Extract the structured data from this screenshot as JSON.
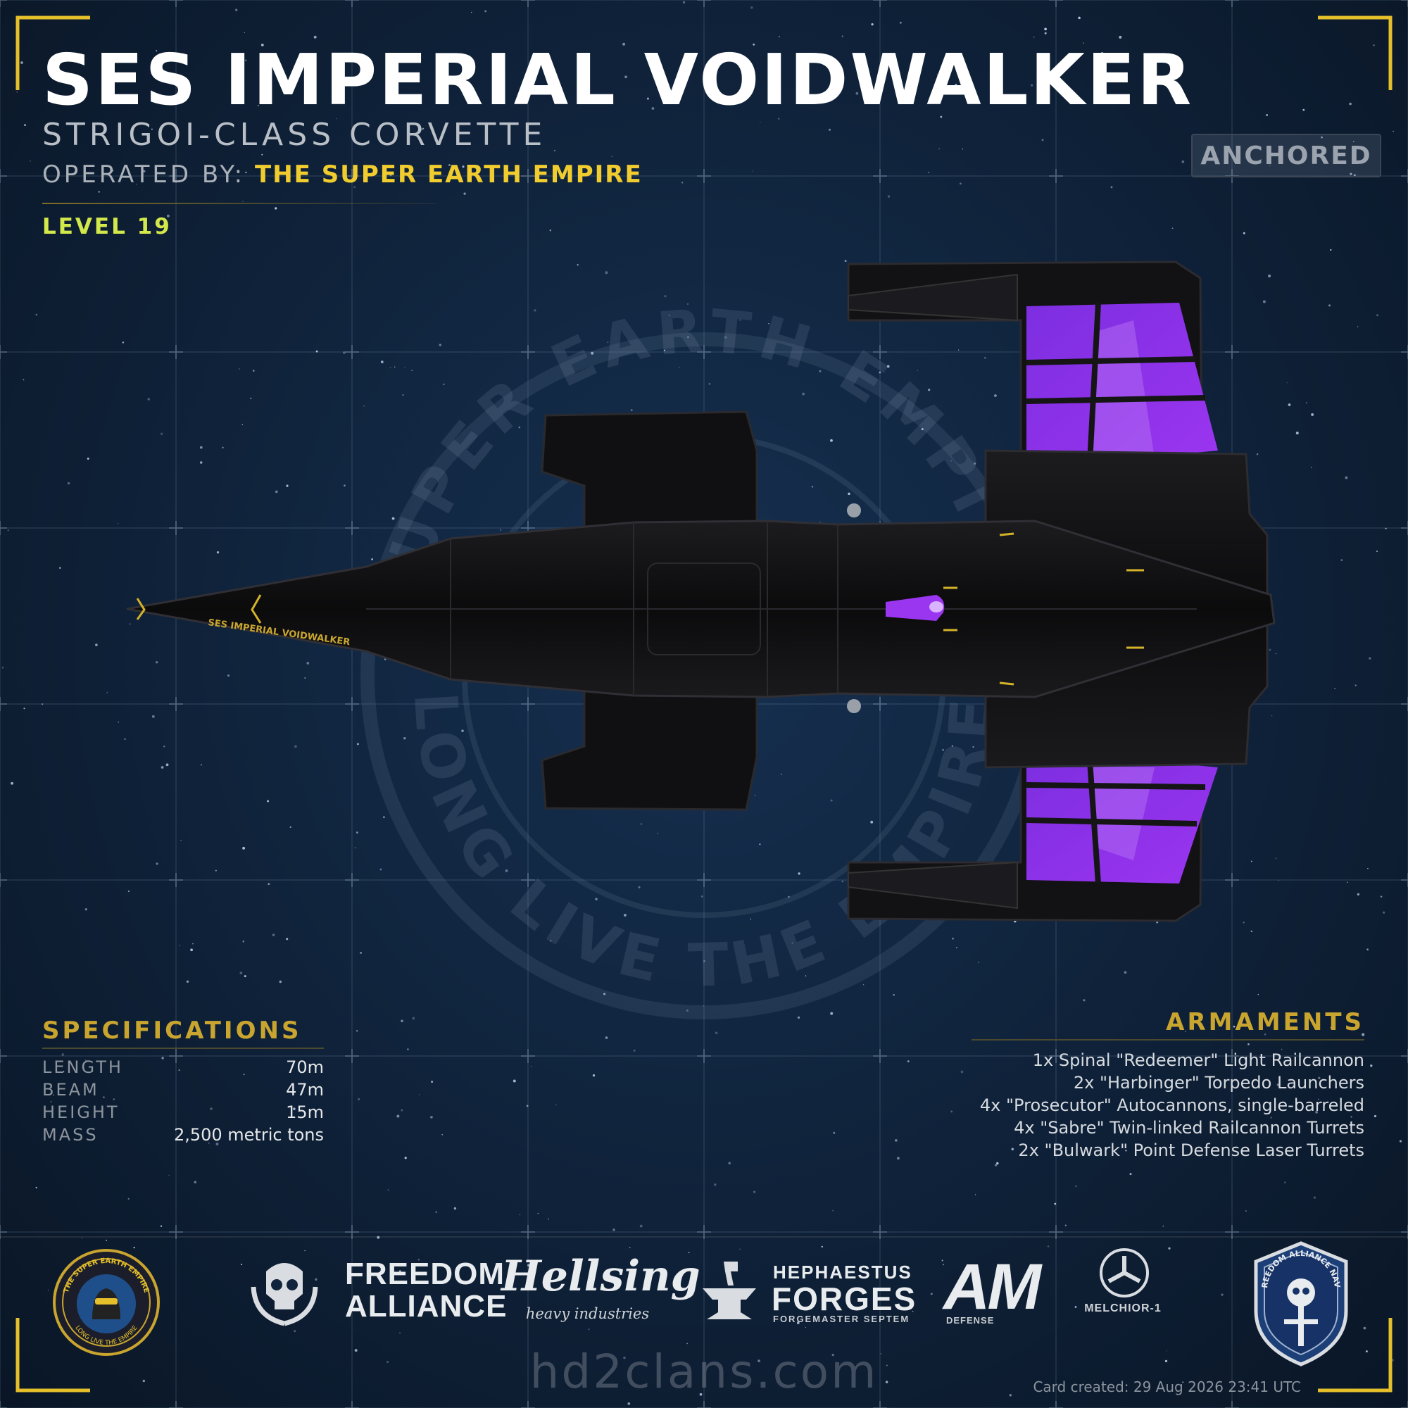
{
  "ship": {
    "name": "SES IMPERIAL VOIDWALKER",
    "class": "STRIGOI-CLASS CORVETTE",
    "operated_by_label": "OPERATED BY:",
    "operator": "THE SUPER EARTH EMPIRE",
    "level": "LEVEL 19",
    "status": "ANCHORED",
    "hull_text": "SES IMPERIAL VOIDWALKER"
  },
  "emblem": {
    "top_text": "SUPER EARTH EMPIRE",
    "bottom_text": "LONG LIVE THE EMPIRE"
  },
  "specifications": {
    "heading": "SPECIFICATIONS",
    "rows": [
      {
        "label": "LENGTH",
        "value": "70m"
      },
      {
        "label": "BEAM",
        "value": "47m"
      },
      {
        "label": "HEIGHT",
        "value": "15m"
      },
      {
        "label": "MASS",
        "value": "2,500 metric tons"
      }
    ]
  },
  "armaments": {
    "heading": "ARMAMENTS",
    "items": [
      "1x Spinal \"Redeemer\" Light Railcannon",
      "2x \"Harbinger\" Torpedo Launchers",
      "4x \"Prosecutor\" Autocannons, single-barreled",
      "4x \"Sabre\" Twin-linked Railcannon Turrets",
      "2x \"Bulwark\" Point Defense Laser Turrets"
    ]
  },
  "footer": {
    "badge_left": {
      "top": "THE SUPER EARTH EMPIRE",
      "bottom": "LONG LIVE THE EMPIRE"
    },
    "freedom_alliance": {
      "line1": "FREEDOM",
      "line2": "ALLIANCE"
    },
    "hellsing": {
      "name": "Hellsing",
      "sub": "heavy industries"
    },
    "hephaestus": {
      "line1": "HEPHAESTUS",
      "line2": "FORGES",
      "line3": "FORGEMASTER SEPTEM"
    },
    "am_defense": {
      "mark": "AM",
      "sub": "DEFENSE"
    },
    "melchior": {
      "name": "MELCHIOR-1"
    },
    "badge_right": {
      "text": "FREEDOM ALLIANCE NAVY"
    },
    "site": "hd2clans.com",
    "created": "Card created: 29 Aug 2026 23:41 UTC"
  },
  "colors": {
    "accent_gold": "#f0cc2e",
    "level_green": "#d3e84a",
    "hull_purple": "#8a2be2",
    "background": "#10243d"
  }
}
